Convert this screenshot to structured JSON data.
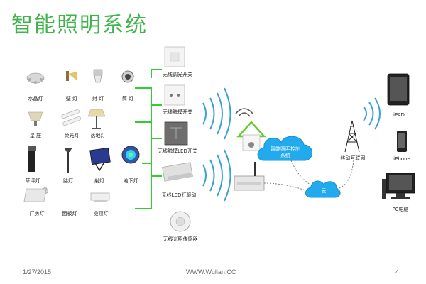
{
  "title": "智能照明系统",
  "lamps": [
    {
      "key": "crystal",
      "label": "水晶灯"
    },
    {
      "key": "wall",
      "label": "壁 灯"
    },
    {
      "key": "spot",
      "label": "射 灯"
    },
    {
      "key": "down",
      "label": "筒 灯"
    },
    {
      "key": "star",
      "label": "星 座"
    },
    {
      "key": "fluor",
      "label": "荧光灯"
    },
    {
      "key": "floor",
      "label": "落地灯"
    },
    {
      "key": "lawn",
      "label": "草坪灯"
    },
    {
      "key": "road",
      "label": "路灯"
    },
    {
      "key": "flood",
      "label": "射灯"
    },
    {
      "key": "underground",
      "label": "地下灯"
    },
    {
      "key": "highbay",
      "label": "厂房灯"
    },
    {
      "key": "panel",
      "label": "面板灯"
    },
    {
      "key": "ceiling",
      "label": "吸顶灯"
    }
  ],
  "controls": [
    {
      "key": "switch",
      "label": "无线调光开关"
    },
    {
      "key": "socket",
      "label": "无线触摸开关"
    },
    {
      "key": "touch",
      "label": "无线触摸LED开关"
    },
    {
      "key": "driver",
      "label": "无线LED灯驱动"
    },
    {
      "key": "sensor",
      "label": "无线光照传感器"
    }
  ],
  "cloud_label": "智能照明控制系统",
  "internet_label": "云",
  "tower_label": "移动互联网",
  "devices": [
    {
      "key": "ipad",
      "label": "iPAD"
    },
    {
      "key": "iphone",
      "label": "iPhone"
    },
    {
      "key": "pc",
      "label": "PC电脑"
    }
  ],
  "footer": {
    "date": "1/27/2015",
    "site": "WWW.Wulian.CC",
    "page": "4"
  }
}
